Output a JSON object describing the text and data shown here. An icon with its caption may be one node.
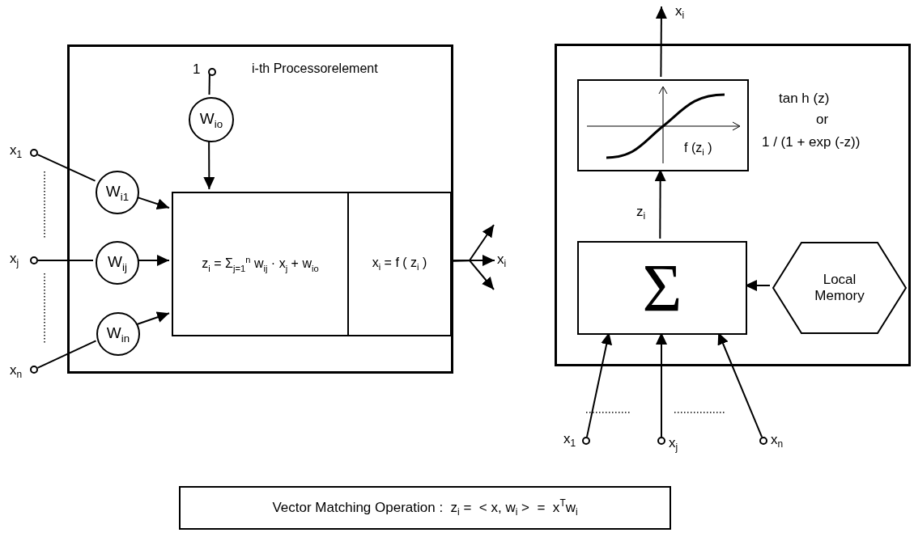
{
  "diagram": {
    "nodes": [
      {
        "text": [
          "i-th Processorelement"
        ]
      },
      {
        "text": [],
        "shape": "circle",
        "beside": [
          "1"
        ],
        "in": 0
      },
      {
        "text": [
          "W$_{io}$"
        ],
        "in": 0
      },
      {
        "text": [],
        "shape": "circle",
        "beside": [
          "x$_{1}$"
        ]
      },
      {
        "text": [],
        "shape": "circle",
        "beside": [
          "x$_{j}$"
        ]
      },
      {
        "text": [],
        "shape": "circle",
        "beside": [
          "x$_{n}$"
        ]
      },
      {
        "text": [
          "W$_{i1}$"
        ],
        "in": 0
      },
      {
        "text": [
          "W$_{ij}$"
        ],
        "in": 0
      },
      {
        "text": [
          "W$_{in}$"
        ],
        "in": 0
      },
      {
        "text": [
          "z$_{i}$ = Σ$_{j=1}$$^{n}$ w$_{ij}$ · x$_{j}$ + w$_{io}$"
        ],
        "in": 0
      },
      {
        "text": [
          "x$_{i}$ = f ( z$_{i}$ )"
        ],
        "in": 0
      },
      {
        "text": [],
        "shape": "box"
      },
      {
        "text": [
          "f (z$_{i}$ )"
        ],
        "in": 11,
        "beside": [
          "tan h (z)",
          "or",
          "1 / (1 + exp (-z))"
        ]
      },
      {
        "text": [
          "Σ"
        ],
        "in": 11
      },
      {
        "text": [
          "Local Memory"
        ],
        "in": 11
      },
      {
        "text": [],
        "shape": "circle",
        "beside": [
          "x$_{1}$"
        ]
      },
      {
        "text": [],
        "shape": "circle",
        "beside": [
          "x$_{j}$"
        ]
      },
      {
        "text": [],
        "shape": "circle",
        "beside": [
          "x$_{n}$"
        ]
      },
      {
        "text": [
          "Vector Matching Operation :  z$_{i}$ =  < x, w$_{i}$ >  =  x$^{T}$w$_{i}$"
        ]
      }
    ],
    "edges": [
      {
        "from": 1,
        "to": 2,
        "arrow": "none"
      },
      {
        "from": 2,
        "to": 9,
        "arrow": "to"
      },
      {
        "from": 3,
        "to": 6,
        "arrow": "none"
      },
      {
        "from": 6,
        "to": 9,
        "arrow": "to"
      },
      {
        "from": 4,
        "to": 7,
        "arrow": "none"
      },
      {
        "from": 7,
        "to": 9,
        "arrow": "to"
      },
      {
        "from": 5,
        "to": 8,
        "arrow": "none"
      },
      {
        "from": 8,
        "to": 9,
        "arrow": "to"
      },
      {
        "from": 10,
        "to": null,
        "arrow": "to"
      },
      {
        "from": 10,
        "to": null,
        "arrow": "to",
        "label": "x$_{i}$"
      },
      {
        "from": 10,
        "to": null,
        "arrow": "to"
      },
      {
        "from": 12,
        "to": null,
        "arrow": "to",
        "label": "x$_{i}$"
      },
      {
        "from": 13,
        "to": 12,
        "arrow": "to",
        "label": "z$_{i}$"
      },
      {
        "from": 14,
        "to": 13,
        "arrow": "to"
      },
      {
        "from": 15,
        "to": 13,
        "arrow": "to"
      },
      {
        "from": 16,
        "to": 13,
        "arrow": "to"
      },
      {
        "from": 17,
        "to": 13,
        "arrow": "to"
      }
    ]
  }
}
